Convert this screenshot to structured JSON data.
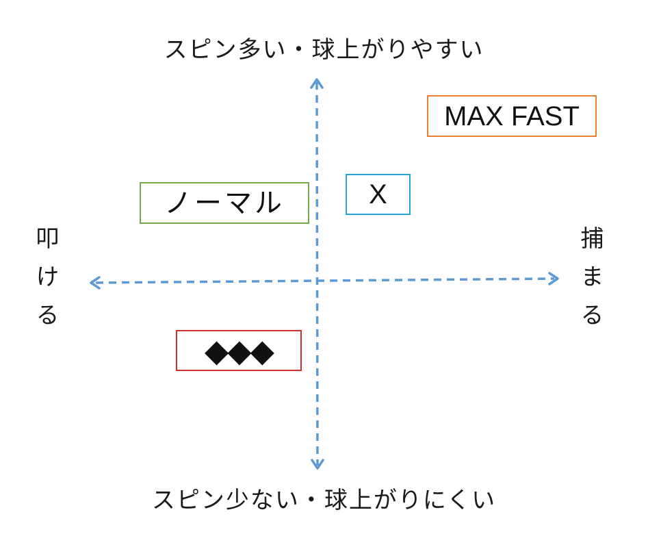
{
  "axes": {
    "top": "スピン多い・球上がりやすい",
    "bottom": "スピン少ない・球上がりにくい",
    "left": "叩ける",
    "right": "捕まる",
    "line_color": "#5b9bd5"
  },
  "items": [
    {
      "id": "max-fast",
      "label": "MAX FAST",
      "border_color": "#ed7d31"
    },
    {
      "id": "normal",
      "label": "ノーマル",
      "border_color": "#70ad47"
    },
    {
      "id": "x",
      "label": "X",
      "border_color": "#26a5d9"
    },
    {
      "id": "diamonds",
      "label": "◆◆◆",
      "border_color": "#d0302b"
    }
  ]
}
